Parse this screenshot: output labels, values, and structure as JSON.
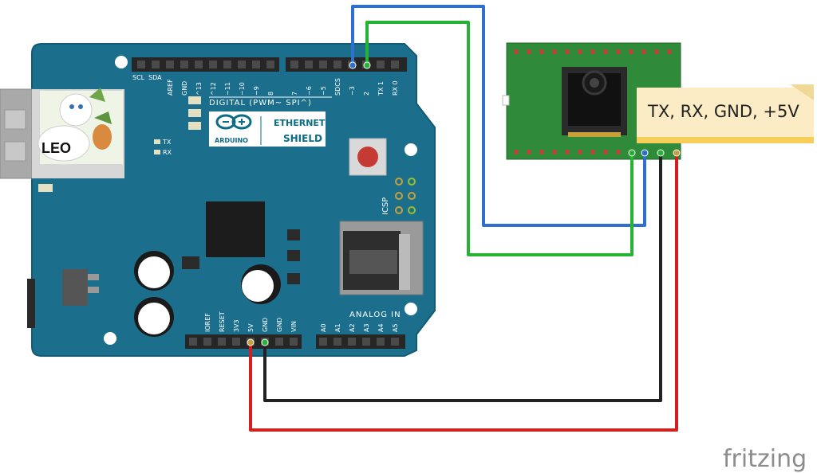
{
  "arduino": {
    "brand": "ARDUINO",
    "shield_line1": "ETHERNET",
    "shield_line2": "SHIELD",
    "digital_label": "DIGITAL (PWM~ SPI^)",
    "analog_label": "ANALOG IN",
    "icsp_label": "ICSP",
    "tx_led": "TX",
    "rx_led": "RX",
    "scl": "SCL",
    "sda": "SDA",
    "digital_left": [
      "AREF",
      "GND",
      "^13",
      "^12",
      "~11",
      "~10",
      "~9",
      "8"
    ],
    "digital_right": [
      "7",
      "~6",
      "~5",
      "SDCS",
      "~3",
      "2",
      "TX 1",
      "RX 0"
    ],
    "power_pins": [
      "IOREF",
      "RESET",
      "3V3",
      "5V",
      "GND",
      "GND",
      "VIN"
    ],
    "analog_pins": [
      "A0",
      "A1",
      "A2",
      "A3",
      "A4",
      "A5"
    ]
  },
  "leo_label": "LEO",
  "note": "TX, RX, GND, +5V",
  "watermark": "fritzing",
  "wire_colors": {
    "tx": "#2f6fcf",
    "rx": "#26b233",
    "gnd": "#222222",
    "vcc": "#d31f1f"
  }
}
